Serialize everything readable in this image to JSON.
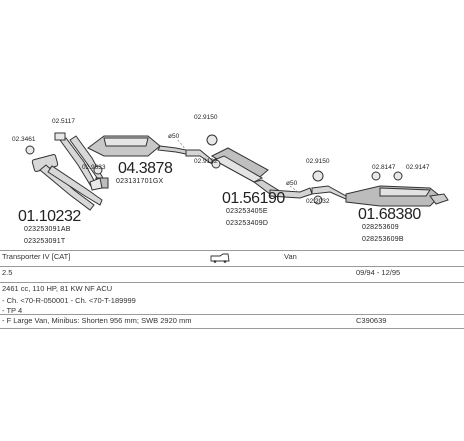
{
  "parts": {
    "p1": {
      "number": "01.10232",
      "code1": "023253091AB",
      "code2": "023253091T"
    },
    "p2": {
      "number": "04.3878",
      "code": "023131701GX"
    },
    "p3": {
      "number": "01.56190",
      "code1": "023253405E",
      "code2": "023253409D"
    },
    "p4": {
      "number": "01.68380",
      "code1": "028253609",
      "code2": "028253609B"
    }
  },
  "small_labels": {
    "a": "02.3461",
    "b": "02.5117",
    "c": "02.9633",
    "d": "ø50",
    "e": "02.9150",
    "f": "02.9132",
    "g": "02.9150",
    "h": "ø50",
    "i": "02.2032",
    "j": "02.8147",
    "k": "02.9147"
  },
  "info": {
    "model": "Transporter IV [CAT]",
    "body": "Van",
    "engine": "2.5",
    "dates": "09/94 - 12/95",
    "engine_detail": "2461 cc, 110 HP, 81 KW NF ACU",
    "chassis": "- Ch. <70-R-050001 - Ch. <70-T-189999",
    "fuel": "- TP 4",
    "variant": "- F Large Van, Minibus: Shorten 956 mm; SWB 2920 mm",
    "ref": "C390639"
  }
}
